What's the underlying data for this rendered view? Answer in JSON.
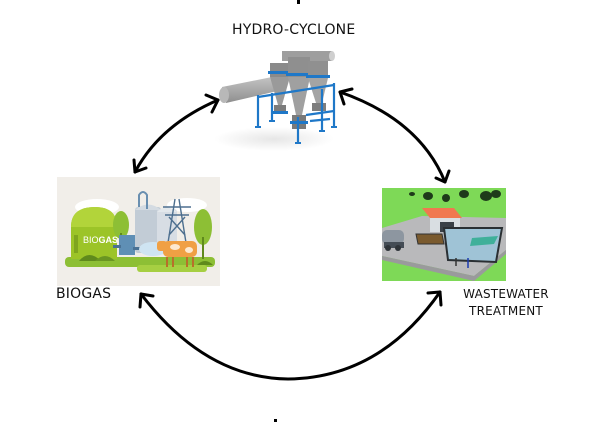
{
  "diagram": {
    "type": "cycle",
    "nodes": [
      {
        "id": "hydro-cyclone",
        "label": "HYDRO-CYCLONE",
        "image": "hydro-cyclone-illustration"
      },
      {
        "id": "biogas",
        "label": "BIOGAS",
        "image": "biogas-plant-illustration",
        "image_text": "BIOGAS"
      },
      {
        "id": "wastewater",
        "label_line1": "WASTEWATER",
        "label_line2": "TREATMENT",
        "image": "wastewater-treatment-plant-illustration"
      }
    ],
    "edges": [
      {
        "from": "biogas",
        "to": "hydro-cyclone",
        "bidirectional": true
      },
      {
        "from": "hydro-cyclone",
        "to": "wastewater",
        "bidirectional": true
      },
      {
        "from": "biogas",
        "to": "wastewater",
        "bidirectional": true
      }
    ],
    "colors": {
      "arrow": "#000000",
      "steel_blue": "#1f78c8",
      "biogas_green": "#9cc428",
      "grass_green": "#7ed957",
      "roof_orange": "#f07850"
    }
  }
}
